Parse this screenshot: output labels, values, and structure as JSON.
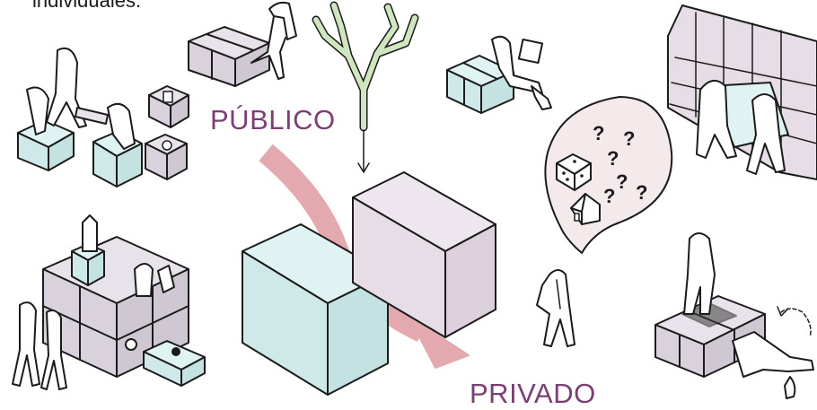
{
  "caption_text": "individuales.",
  "labels": {
    "public": "PÚBLICO",
    "private": "PRIVADO"
  },
  "bubble_marks": [
    "?",
    "?",
    "?",
    "?",
    "?",
    "?"
  ],
  "colors": {
    "public_label": "#7b3f73",
    "cyan_block": "#d8efee",
    "lavender_block": "#e6dde6",
    "arrow_pink": "#e3a9ae",
    "tree_green": "#cfe6bf",
    "bubble_fill": "#f4eaec",
    "grey_cube": "#d9d6dc"
  },
  "icons": [
    "tree-icon",
    "dice-icon",
    "house-icon",
    "person-icon",
    "arrow-icon"
  ]
}
